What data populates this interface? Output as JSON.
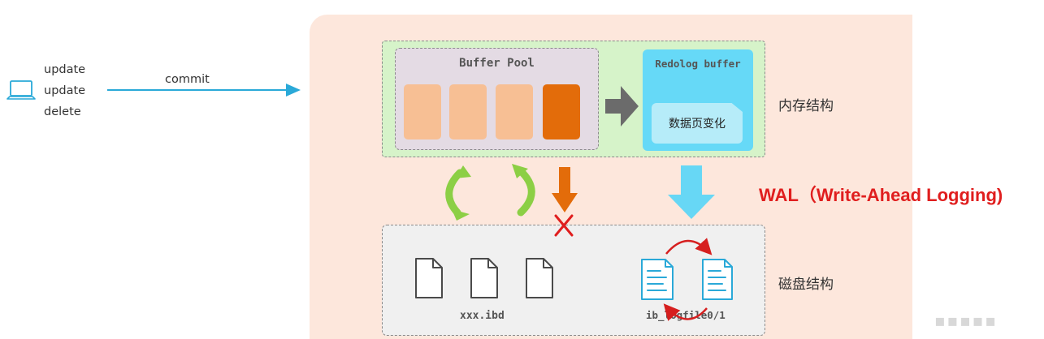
{
  "client": {
    "ops": [
      "update",
      "update",
      "delete"
    ],
    "commit_label": "commit"
  },
  "memory": {
    "label": "内存结构",
    "buffer_pool": {
      "title": "Buffer Pool"
    },
    "redolog_buffer": {
      "title": "Redolog buffer",
      "note": "数据页变化"
    }
  },
  "disk": {
    "label": "磁盘结构",
    "ibd_label": "xxx.ibd",
    "logfile_label": "ib_logfile0/1"
  },
  "wal_label": "WAL（Write-Ahead Logging)",
  "colors": {
    "panel_bg": "#fde7dc",
    "memory_bg": "#d6f3c9",
    "buffer_pool_bg": "#e4dbe4",
    "page_light": "#f7bf94",
    "page_dirty": "#e36c0a",
    "redolog_bg": "#66d9f7",
    "disk_bg": "#f0f0f0",
    "wal_red": "#e01e1e",
    "sync_green": "#8ccf45",
    "flush_orange": "#e36c0a",
    "redo_blue": "#67d7f5"
  }
}
